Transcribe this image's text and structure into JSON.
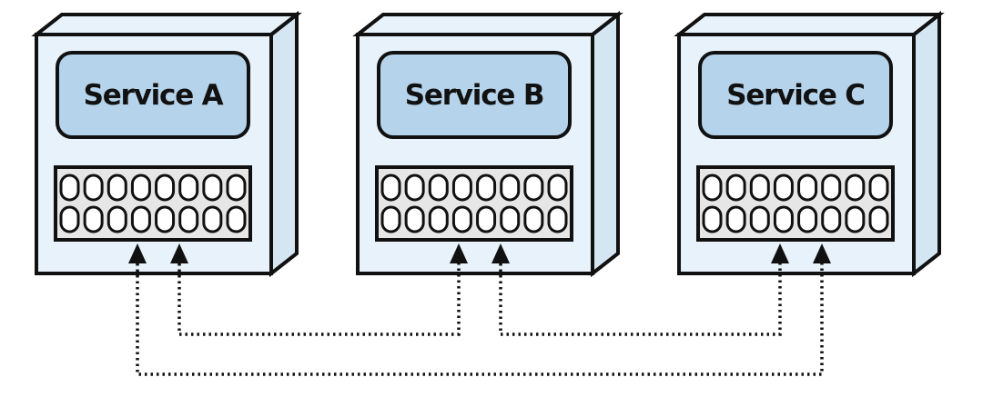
{
  "services": [
    {
      "id": "a",
      "label": "Service A"
    },
    {
      "id": "b",
      "label": "Service B"
    },
    {
      "id": "c",
      "label": "Service C"
    }
  ],
  "port_panel": {
    "rows": 2,
    "ports_per_row": 8
  },
  "connections": [
    {
      "from": "a",
      "to": "b"
    },
    {
      "from": "b",
      "to": "c"
    },
    {
      "from": "a",
      "to": "c"
    }
  ],
  "colors": {
    "box_fill": "#e8f2fa",
    "box_side": "#d5e6f3",
    "label_fill": "#b5d3ea",
    "panel_fill": "#e6e6e6",
    "stroke": "#111111"
  }
}
